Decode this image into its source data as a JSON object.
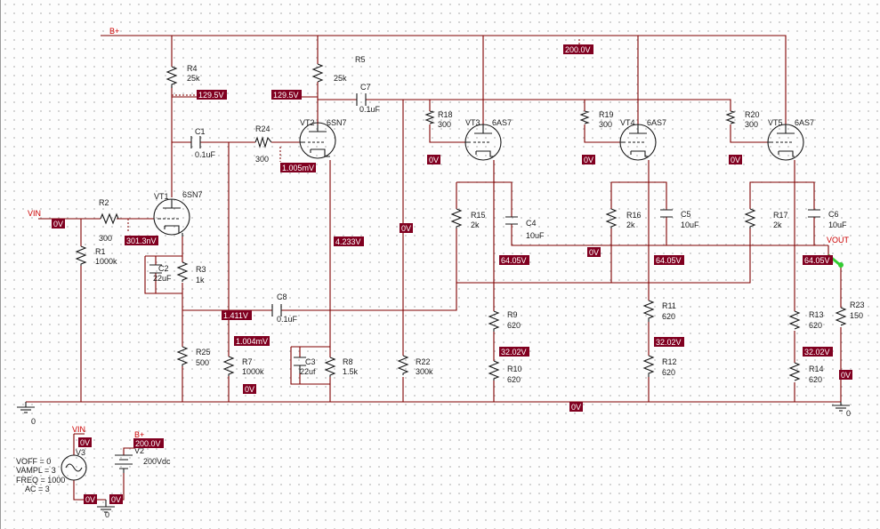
{
  "nets": {
    "bplus": "B+",
    "vin": "VIN",
    "vout": "VOUT",
    "gnd": "0"
  },
  "tubes": [
    {
      "ref": "VT1",
      "type": "6SN7"
    },
    {
      "ref": "VT2",
      "type": "6SN7"
    },
    {
      "ref": "VT3",
      "type": "6AS7"
    },
    {
      "ref": "VT4",
      "type": "6AS7"
    },
    {
      "ref": "VT5",
      "type": "6AS7"
    }
  ],
  "resistors": {
    "R1": "1000k",
    "R2": "300",
    "R3": "1k",
    "R4": "25k",
    "R5": "25k",
    "R7": "1000k",
    "R8": "1.5k",
    "R9": "620",
    "R10": "620",
    "R11": "620",
    "R12": "620",
    "R13": "620",
    "R14": "620",
    "R15": "2k",
    "R16": "2k",
    "R17": "2k",
    "R18": "300",
    "R19": "300",
    "R20": "300",
    "R22": "300k",
    "R23": "150",
    "R24": "300",
    "R25": "500"
  },
  "capacitors": {
    "C1": "0.1uF",
    "C2": "22uF",
    "C3": "22uf",
    "C4": "10uF",
    "C5": "10uF",
    "C6": "10uF",
    "C7": "0.1uF",
    "C8": "0.1uF"
  },
  "voltages": {
    "v200": "200.0V",
    "v129a": "129.5V",
    "v129b": "129.5V",
    "v1005": "1.005mV",
    "v0_r18": "0V",
    "v0_r19": "0V",
    "v0_r20": "0V",
    "v0_vin": "0V",
    "v301": "301.3nV",
    "v4233": "4.233V",
    "v0_r22": "0V",
    "v0_c4": "0V",
    "v64a": "64.05V",
    "v64b": "64.05V",
    "v64c": "64.05V",
    "v1411": "1.411V",
    "v1004": "1.004mV",
    "v0_r7": "0V",
    "v32a": "32.02V",
    "v32b": "32.02V",
    "v32c": "32.02V",
    "v0_r23": "0V",
    "v0_gnd": "0V",
    "v0_v3": "0V",
    "v0_v3b": "0V",
    "v0_v3c": "0V",
    "v200_src": "200.0V"
  },
  "sources": {
    "v3": {
      "ref": "V3",
      "params": [
        "VOFF = 0",
        "VAMPL = 3",
        "FREQ = 1000",
        "AC = 3"
      ]
    },
    "v2": {
      "ref": "V2",
      "value": "200Vdc"
    }
  }
}
